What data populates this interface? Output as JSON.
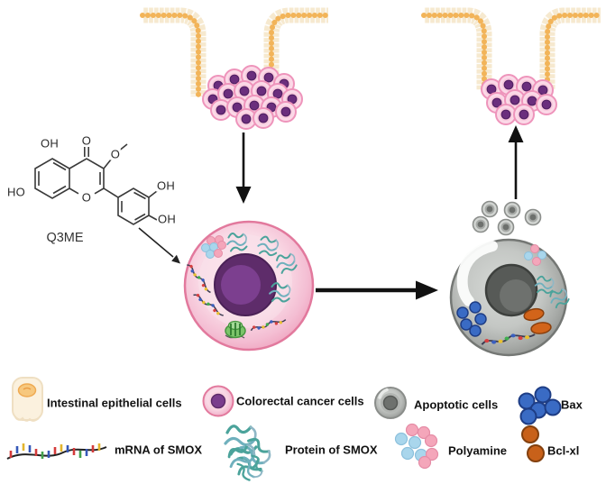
{
  "figure": {
    "type": "mechanism-diagram",
    "compound": {
      "name": "Q3ME",
      "atoms": {
        "hydroxyl_5": "OH",
        "ketone": "O",
        "methoxy": "O",
        "hydroxyl_7": "HO",
        "ring_oxygen": "O",
        "hydroxyl_3p": "OH",
        "hydroxyl_4p": "OH"
      }
    },
    "legend": {
      "row1": [
        {
          "icon": "intestinal-epithelial-cell-icon",
          "label": "Intestinal epithelial cells"
        },
        {
          "icon": "colorectal-cancer-cell-icon",
          "label": "Colorectal cancer cells"
        },
        {
          "icon": "apoptotic-cell-icon",
          "label": "Apoptotic cells"
        },
        {
          "icon": "bax-icon",
          "label": "Bax"
        }
      ],
      "row2": [
        {
          "icon": "mrna-of-smox-icon",
          "label": "mRNA of SMOX"
        },
        {
          "icon": "protein-of-smox-icon",
          "label": "Protein of SMOX"
        },
        {
          "icon": "polyamine-icon",
          "label": "Polyamine"
        },
        {
          "icon": "bcl-xl-icon",
          "label": "Bcl-xl"
        }
      ]
    },
    "colors": {
      "cancer_cell_pink": "#F4BED3",
      "cancer_nucleus_purple": "#5E2C6A",
      "apoptotic_cell_gray": "#9FA29F",
      "epithelial_cream": "#F6E9CF",
      "epithelial_nucleus_orange": "#F2B459",
      "bax_blue": "#3A6BC4",
      "bcl_xl_orange": "#C8611A",
      "polyamine_pink": "#F4A6BA",
      "polyamine_blue": "#A9D6EC",
      "protein_teal": "#4BA39B"
    }
  }
}
